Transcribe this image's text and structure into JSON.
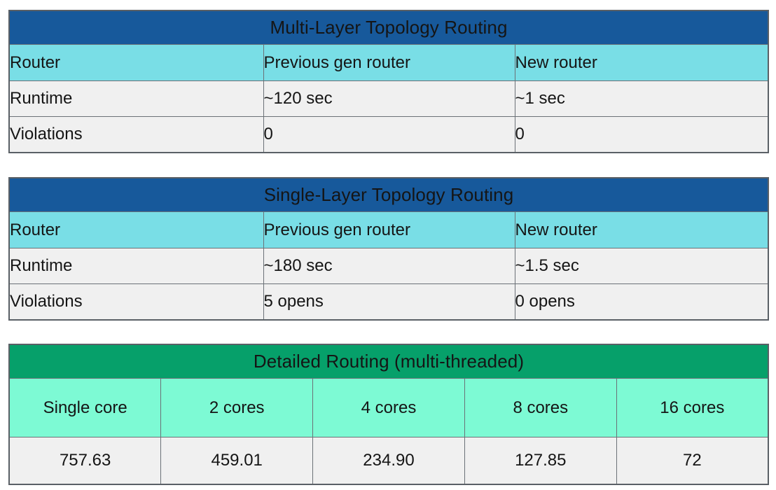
{
  "colors": {
    "header_blue": "#17599b",
    "header_green": "#06a06a",
    "subheader_cyan": "#79dee6",
    "subheader_mint": "#7dfad4",
    "cell_bg": "#f0f0f0",
    "border": "#6b7177",
    "text": "#151515",
    "header_text": "#ffffff"
  },
  "tables": [
    {
      "title": "Multi-Layer Topology Routing",
      "columns": [
        "Router",
        "Previous gen router",
        "New router"
      ],
      "rows": [
        {
          "label": "Runtime",
          "previous_gen_router": "~120 sec",
          "new_router": "~1 sec"
        },
        {
          "label": "Violations",
          "previous_gen_router": "0",
          "new_router": "0"
        }
      ]
    },
    {
      "title": "Single-Layer Topology Routing",
      "columns": [
        "Router",
        "Previous gen router",
        "New router"
      ],
      "rows": [
        {
          "label": "Runtime",
          "previous_gen_router": "~180 sec",
          "new_router": "~1.5 sec"
        },
        {
          "label": "Violations",
          "previous_gen_router": "5 opens",
          "new_router": "0 opens"
        }
      ]
    },
    {
      "title": "Detailed Routing (multi-threaded)",
      "columns": [
        "Single core",
        "2 cores",
        "4 cores",
        "8 cores",
        "16 cores"
      ],
      "values": [
        "757.63",
        "459.01",
        "234.90",
        "127.85",
        "72"
      ]
    }
  ]
}
